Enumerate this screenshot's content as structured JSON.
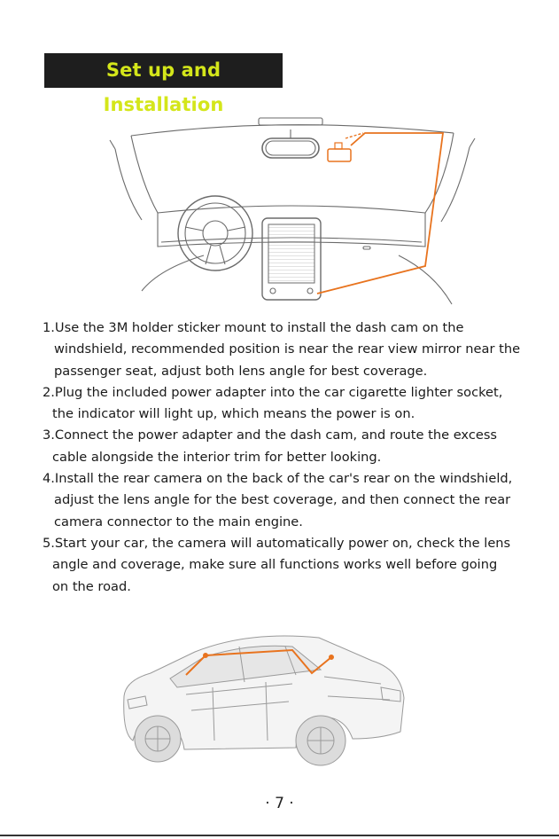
{
  "heading": "Set up and Installation",
  "steps": [
    {
      "lines": [
        "1.Use the 3M holder sticker mount  to install the dash cam on the",
        "windshield, recommended position is near the rear view mirror near the",
        "passenger seat, adjust both lens angle for best coverage."
      ]
    },
    {
      "lines": [
        "2.Plug the included power adapter into the car cigarette lighter socket,",
        "the indicator will light up, which means the power is on."
      ]
    },
    {
      "lines": [
        "3.Connect the power adapter and the dash cam, and route the excess",
        "cable alongside the interior trim for better looking."
      ]
    },
    {
      "lines": [
        "4.Install the rear camera on the back of the car's rear on the windshield,",
        "adjust the lens angle for the best coverage, and then connect the rear",
        "camera connector to the main engine."
      ]
    },
    {
      "lines": [
        "5.Start your car, the camera will automatically power on, check the lens",
        "angle and coverage, make sure all functions works well before going",
        "on the road."
      ]
    }
  ],
  "page_number": "· 7 ·",
  "colors": {
    "heading_bg": "#1e1e1e",
    "heading_text": "#d4e61a",
    "cable": "#e8731e"
  }
}
